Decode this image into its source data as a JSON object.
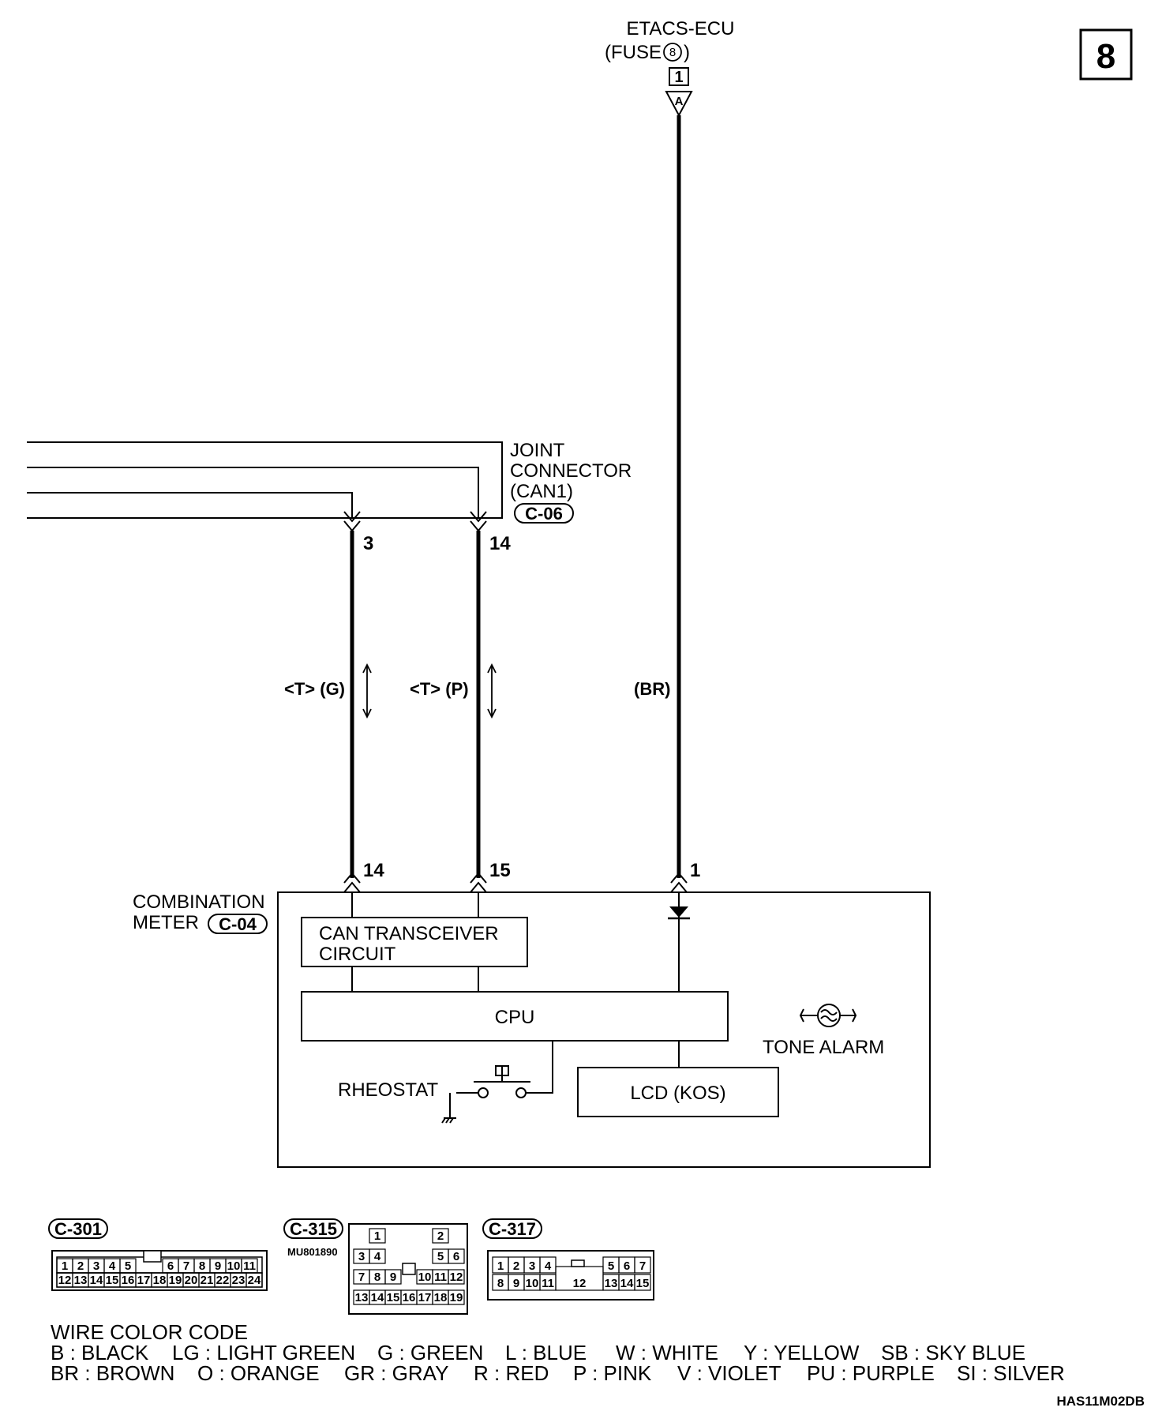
{
  "page_number": "8",
  "etacs": {
    "title": "ETACS-ECU",
    "fuse": "(FUSE",
    "fuse_num": "8",
    "fuse_close": ")",
    "pin": "1",
    "connector_letter": "A"
  },
  "joint": {
    "line1": "JOINT",
    "line2": "CONNECTOR",
    "line3": "(CAN1)",
    "connector": "C-06",
    "pin_left": "3",
    "pin_right": "14"
  },
  "wires": {
    "left_label": "<T> (G)",
    "mid_label": "<T> (P)",
    "right_label": "(BR)"
  },
  "meter": {
    "line1": "COMBINATION",
    "line2": "METER",
    "connector": "C-04",
    "pin_left": "14",
    "pin_mid": "15",
    "pin_right": "1"
  },
  "blocks": {
    "can_line1": "CAN TRANSCEIVER",
    "can_line2": "CIRCUIT",
    "cpu": "CPU",
    "lcd": "LCD (KOS)",
    "rheostat": "RHEOSTAT",
    "tone_alarm": "TONE ALARM"
  },
  "connectors": {
    "c301": {
      "label": "C-301",
      "row1": [
        "1",
        "2",
        "3",
        "4",
        "5",
        "",
        "6",
        "7",
        "8",
        "9",
        "10",
        "11"
      ],
      "row2": [
        "12",
        "13",
        "14",
        "15",
        "16",
        "17",
        "18",
        "19",
        "20",
        "21",
        "22",
        "23",
        "24"
      ]
    },
    "c315": {
      "label": "C-315",
      "code": "MU801890",
      "top": [
        "1",
        "2"
      ],
      "row2": [
        "3",
        "4",
        "5",
        "6"
      ],
      "row3": [
        "7",
        "8",
        "9",
        "10",
        "11",
        "12"
      ],
      "row4": [
        "13",
        "14",
        "15",
        "16",
        "17",
        "18",
        "19"
      ]
    },
    "c317": {
      "label": "C-317",
      "row1": [
        "1",
        "2",
        "3",
        "4",
        "5",
        "6",
        "7"
      ],
      "row2": [
        "8",
        "9",
        "10",
        "11",
        "12",
        "13",
        "14",
        "15"
      ]
    }
  },
  "legend": {
    "title": "WIRE COLOR CODE",
    "line1": [
      "B : BLACK",
      "LG : LIGHT GREEN",
      "G : GREEN",
      "L : BLUE",
      "W : WHITE",
      "Y : YELLOW",
      "SB : SKY BLUE"
    ],
    "line2": [
      "BR : BROWN",
      "O : ORANGE",
      "GR : GRAY",
      "R : RED",
      "P : PINK",
      "V : VIOLET",
      "PU : PURPLE",
      "SI : SILVER"
    ]
  },
  "diagram_code": "HAS11M02DB"
}
